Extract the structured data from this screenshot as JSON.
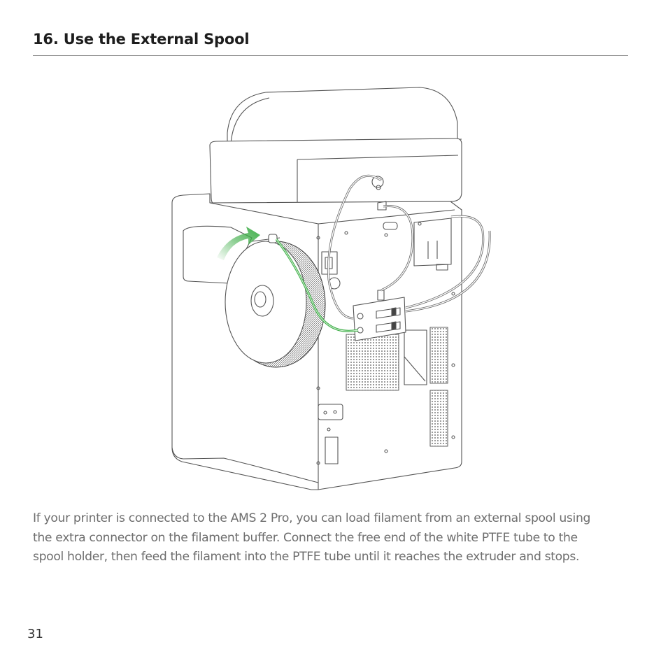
{
  "section": {
    "title": "16. Use the External Spool"
  },
  "body": {
    "lines": [
      "If your printer is connected to the AMS 2 Pro, you can load filament from an external spool using",
      "the extra connector on the filament buffer. Connect the free end of the white PTFE tube to the",
      "spool holder, then feed the filament into the PTFE tube until it reaches the extruder and stops."
    ]
  },
  "footer": {
    "page_number": "31"
  },
  "colors": {
    "accent_green": "#3fae49",
    "line": "#555555"
  }
}
